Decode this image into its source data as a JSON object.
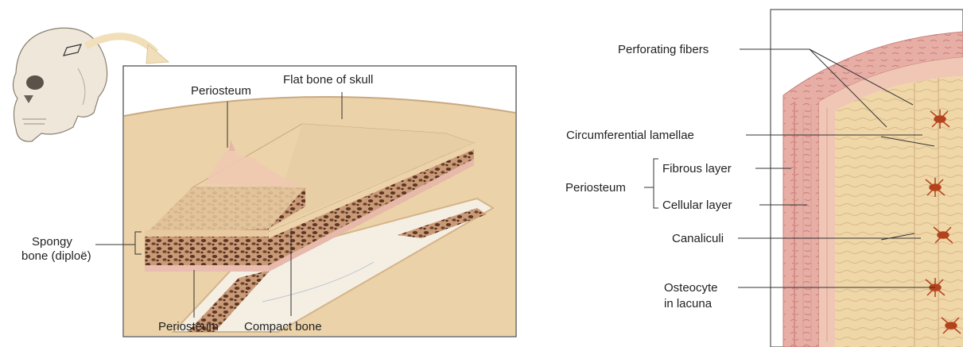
{
  "left_figure": {
    "flat_bone_label": "Flat bone of skull",
    "periosteum_top_label": "Periosteum",
    "spongy_label_line1": "Spongy",
    "spongy_label_line2": "bone (diploë)",
    "periosteum_bottom_label": "Periosteum",
    "compact_label": "Compact bone"
  },
  "right_figure": {
    "perforating_label": "Perforating fibers",
    "circumferential_label": "Circumferential lamellae",
    "periosteum_label": "Periosteum",
    "fibrous_label": "Fibrous layer",
    "cellular_label": "Cellular layer",
    "canaliculi_label": "Canaliculi",
    "osteocyte_line1": "Osteocyte",
    "osteocyte_line2": "in lacuna"
  },
  "colors": {
    "bone_surface": "#e9cfa6",
    "periosteum": "#e7a4a0",
    "spongy_bone": "#6b3f2a",
    "osteocyte": "#b4421c"
  }
}
